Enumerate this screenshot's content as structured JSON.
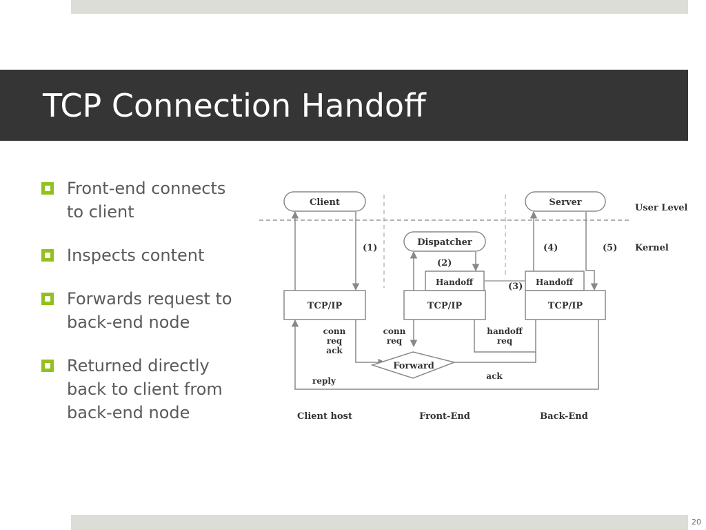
{
  "slide": {
    "title": "TCP Connection Handoff",
    "page_number": "20",
    "accent_color": "#93c01f",
    "title_bar_color": "#353535",
    "band_color": "#dcddd6"
  },
  "bullets": [
    {
      "lines": [
        "Front-end connects",
        "to client"
      ]
    },
    {
      "lines": [
        "Inspects content"
      ]
    },
    {
      "lines": [
        "Forwards request to",
        "back-end node"
      ]
    },
    {
      "lines": [
        "Returned directly",
        "back to client from",
        "back-end node"
      ]
    }
  ],
  "diagram": {
    "nodes": {
      "client": "Client",
      "server": "Server",
      "dispatcher": "Dispatcher",
      "handoff_front": "Handoff",
      "handoff_back": "Handoff",
      "tcpip_client": "TCP/IP",
      "tcpip_front": "TCP/IP",
      "tcpip_back": "TCP/IP",
      "forward": "Forward"
    },
    "levels": {
      "user": "User Level",
      "kernel": "Kernel"
    },
    "steps": {
      "s1": "(1)",
      "s2": "(2)",
      "s3": "(3)",
      "s4": "(4)",
      "s5": "(5)"
    },
    "labels": {
      "client_conn": "conn",
      "client_req": "req",
      "client_ack": "ack",
      "front_conn": "conn",
      "front_req": "req",
      "handoff_req_1": "handoff",
      "handoff_req_2": "req",
      "reply": "reply",
      "ack": "ack"
    },
    "columns": {
      "client_host": "Client host",
      "front_end": "Front-End",
      "back_end": "Back-End"
    }
  }
}
